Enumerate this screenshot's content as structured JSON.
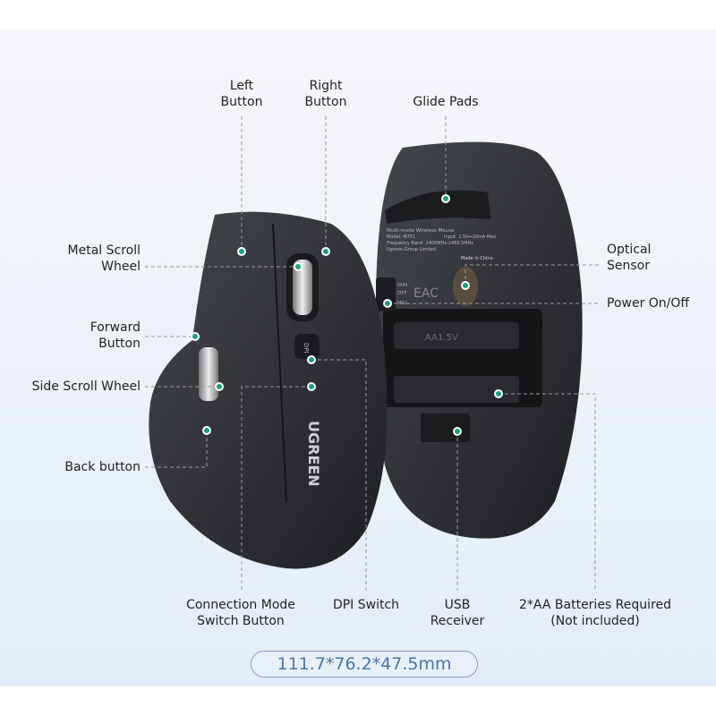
{
  "labels": {
    "left_button": [
      "Left",
      "Button"
    ],
    "right_button": [
      "Right",
      "Button"
    ],
    "glide_pads": "Glide Pads",
    "metal_scroll_wheel": [
      "Metal Scroll",
      "Wheel"
    ],
    "forward_button": [
      "Forward",
      "Button"
    ],
    "side_scroll_wheel": "Side Scroll Wheel",
    "back_button": "Back button",
    "optical_sensor": [
      "Optical",
      "Sensor"
    ],
    "power": "Power On/Off",
    "connection_mode": [
      "Connection Mode",
      "Switch Button"
    ],
    "dpi_switch": "DPI Switch",
    "usb_receiver": [
      "USB",
      "Receiver"
    ],
    "batteries": [
      "2*AA Batteries Required",
      "(Not included)"
    ]
  },
  "dimensions": "111.7*76.2*47.5mm",
  "mouse": {
    "brand": "UGREEN",
    "dpi_button": "DPI",
    "label_lines": [
      "Multi-mode Wireless Mouse",
      "Model: M751",
      "Frequency Band: 2400MHz-2483.5MHz",
      "Ugreen Group Limited",
      "Input: 1.5V⎓10mA Max",
      "Made in China"
    ],
    "switch_positions": [
      "WIN",
      "OFF",
      "MAC"
    ],
    "battery_text": "AA1.5V"
  },
  "colors": {
    "dot": "#1aa37a",
    "leader": "#9a9a9a",
    "accent": "#4a76ad",
    "body": "#2b2d31"
  }
}
